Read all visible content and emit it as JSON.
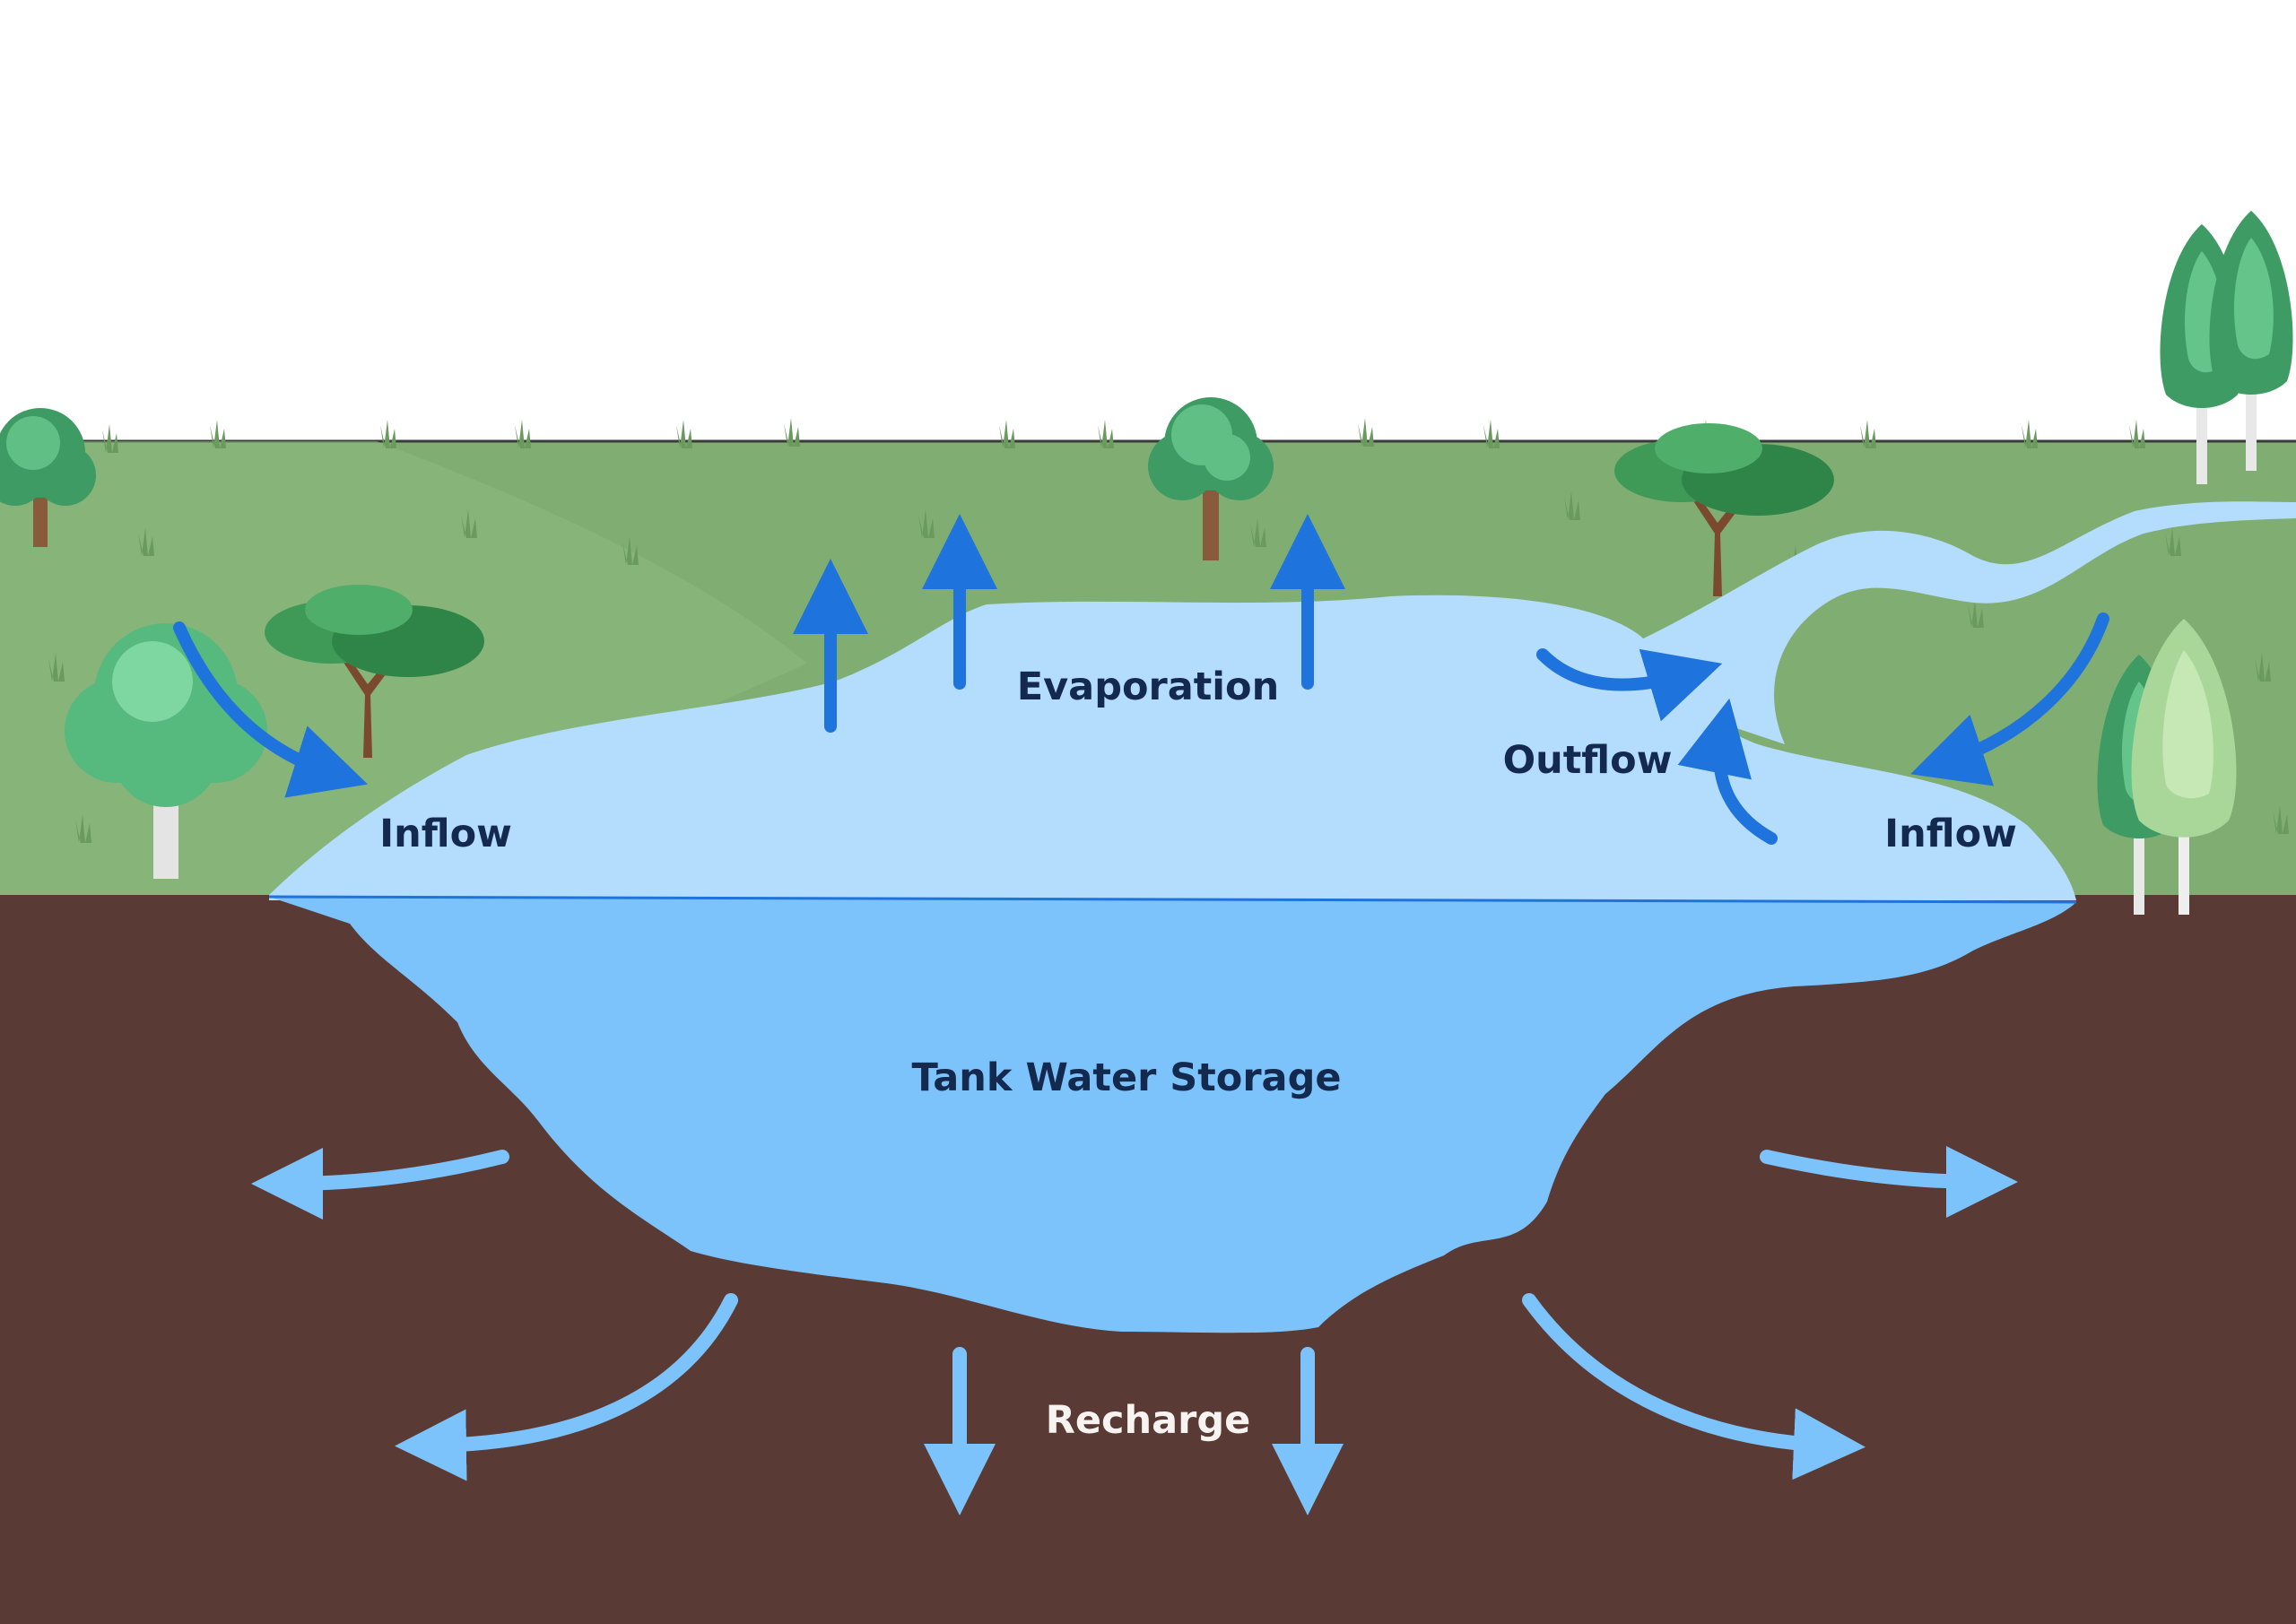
{
  "labels": {
    "inflow_left": "Inflow",
    "evaporation": "Evaporation",
    "outflow": "Outflow",
    "inflow_right": "Inflow",
    "storage": "Tank Water Storage",
    "recharge": "Recharge"
  },
  "colors": {
    "sky": "#ffffff",
    "grass": "#80ad72",
    "grass_dark": "#6f9f62",
    "soil": "#5a3a35",
    "water_surface": "#b3dcfd",
    "water_storage": "#7cc2fb",
    "flow_arrow": "#1f73dc",
    "recharge_arrow": "#7cc2fb",
    "label_dark": "#13294d",
    "label_light": "#f6f3f1"
  },
  "icons": [
    "tree-icon",
    "acacia-tree-icon",
    "poplar-tree-icon",
    "grass-tuft-icon",
    "arrow-icon"
  ]
}
